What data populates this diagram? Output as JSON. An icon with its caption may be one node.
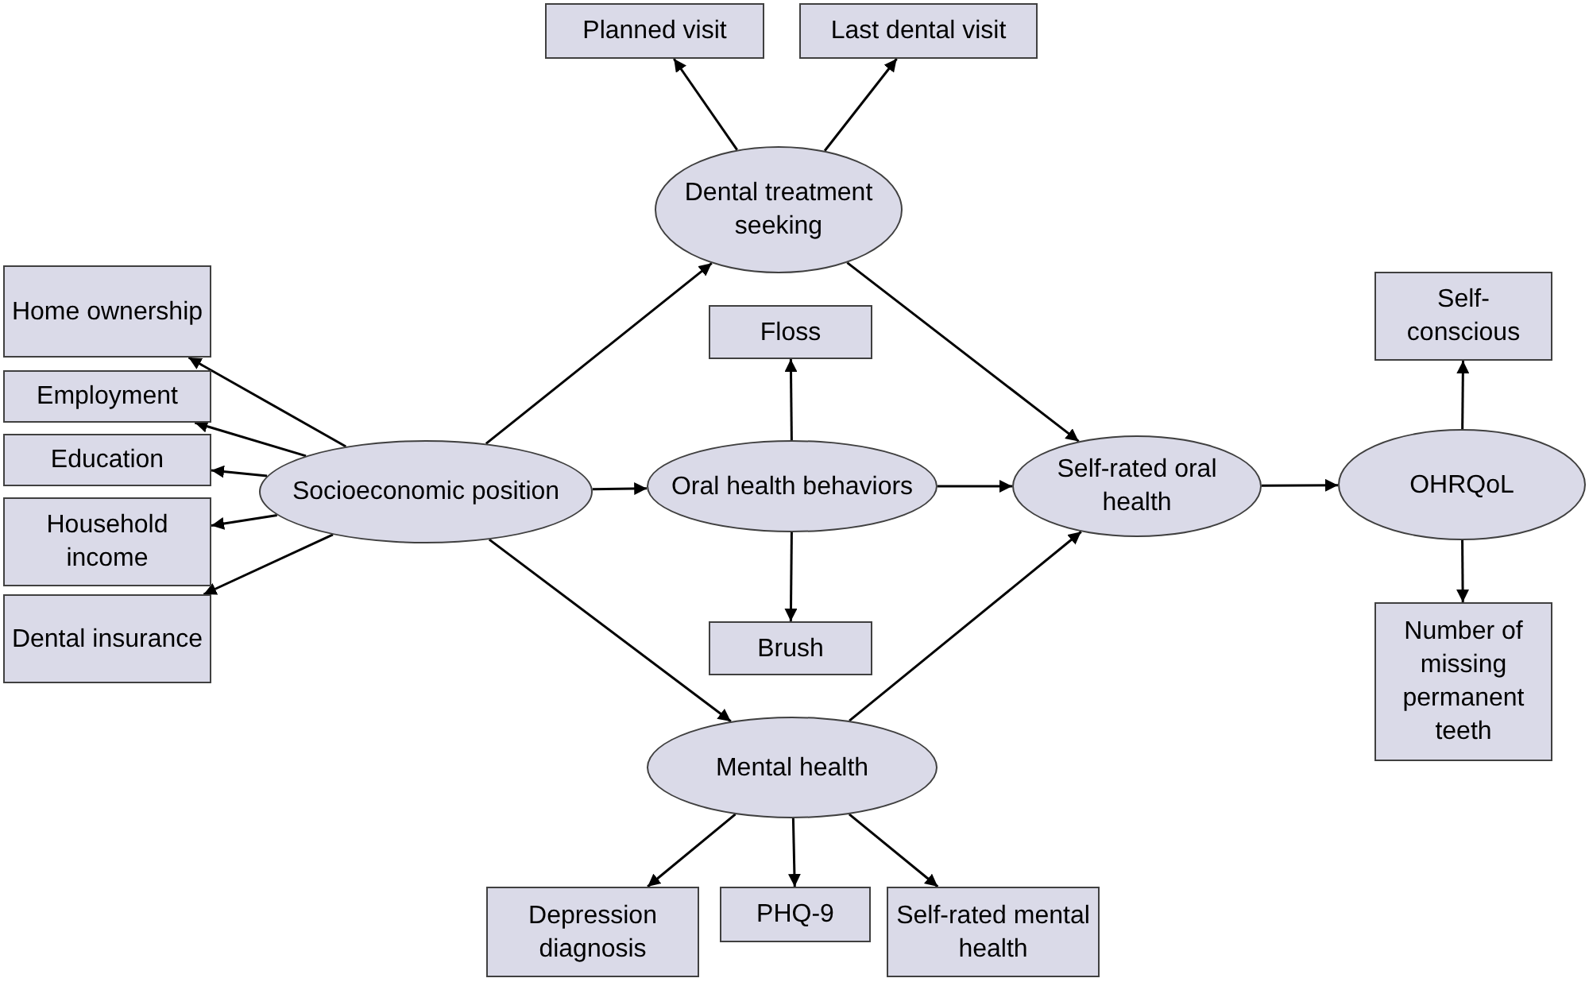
{
  "diagram": {
    "nodes": [
      {
        "text": [
          "Planned visit"
        ]
      },
      {
        "text": [
          "Last dental visit"
        ]
      },
      {
        "text": [
          "Dental treatment seeking"
        ]
      },
      {
        "text": [
          "Home ownership"
        ]
      },
      {
        "text": [
          "Employment"
        ]
      },
      {
        "text": [
          "Education"
        ]
      },
      {
        "text": [
          "Household income"
        ]
      },
      {
        "text": [
          "Dental insurance"
        ]
      },
      {
        "text": [
          "Socioeconomic position"
        ]
      },
      {
        "text": [
          "Floss"
        ]
      },
      {
        "text": [
          "Oral health behaviors"
        ]
      },
      {
        "text": [
          "Brush"
        ]
      },
      {
        "text": [
          "Self-rated oral health"
        ]
      },
      {
        "text": [
          "OHRQoL"
        ]
      },
      {
        "text": [
          "Self-conscious"
        ]
      },
      {
        "text": [
          "Number of missing permanent teeth"
        ]
      },
      {
        "text": [
          "Mental health"
        ]
      },
      {
        "text": [
          "Depression diagnosis"
        ]
      },
      {
        "text": [
          "PHQ-9"
        ]
      },
      {
        "text": [
          "Self-rated mental health"
        ]
      }
    ],
    "edges": [
      {
        "from": 2,
        "to": 0,
        "arrow": "to"
      },
      {
        "from": 2,
        "to": 1,
        "arrow": "to"
      },
      {
        "from": 8,
        "to": 3,
        "arrow": "to"
      },
      {
        "from": 8,
        "to": 4,
        "arrow": "to"
      },
      {
        "from": 8,
        "to": 5,
        "arrow": "to"
      },
      {
        "from": 8,
        "to": 6,
        "arrow": "to"
      },
      {
        "from": 8,
        "to": 7,
        "arrow": "to"
      },
      {
        "from": 8,
        "to": 2,
        "arrow": "to"
      },
      {
        "from": 8,
        "to": 10,
        "arrow": "to"
      },
      {
        "from": 8,
        "to": 16,
        "arrow": "to"
      },
      {
        "from": 10,
        "to": 9,
        "arrow": "to"
      },
      {
        "from": 10,
        "to": 11,
        "arrow": "to"
      },
      {
        "from": 10,
        "to": 12,
        "arrow": "to"
      },
      {
        "from": 2,
        "to": 12,
        "arrow": "to"
      },
      {
        "from": 16,
        "to": 12,
        "arrow": "to"
      },
      {
        "from": 12,
        "to": 13,
        "arrow": "to"
      },
      {
        "from": 13,
        "to": 14,
        "arrow": "to"
      },
      {
        "from": 13,
        "to": 15,
        "arrow": "to"
      },
      {
        "from": 16,
        "to": 17,
        "arrow": "to"
      },
      {
        "from": 16,
        "to": 18,
        "arrow": "to"
      },
      {
        "from": 16,
        "to": 19,
        "arrow": "to"
      }
    ]
  }
}
